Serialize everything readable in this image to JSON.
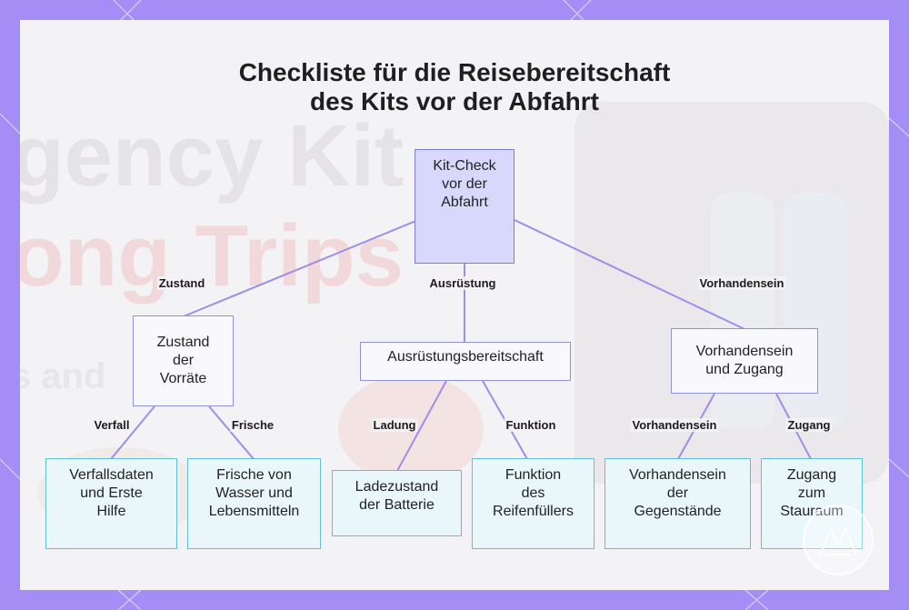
{
  "title": {
    "line1": "Checkliste für die Reisebereitschaft",
    "line2": "des Kits vor der Abfahrt"
  },
  "background_text": {
    "line1": "gency Kit",
    "line2": "ong Trips",
    "line3": "s and"
  },
  "root": {
    "lines": [
      "Kit-Check",
      "vor der",
      "Abfahrt"
    ]
  },
  "branches": [
    {
      "label": "Zustand",
      "node": {
        "lines": [
          "Zustand",
          "der",
          "Vorräte"
        ]
      },
      "children": [
        {
          "label": "Verfall",
          "node": {
            "lines": [
              "Verfallsdaten",
              "und Erste",
              "Hilfe"
            ]
          }
        },
        {
          "label": "Frische",
          "node": {
            "lines": [
              "Frische von",
              "Wasser und",
              "Lebensmitteln"
            ]
          }
        }
      ]
    },
    {
      "label": "Ausrüstung",
      "node": {
        "lines": [
          "Ausrüstungsbereitschaft"
        ]
      },
      "children": [
        {
          "label": "Ladung",
          "node": {
            "lines": [
              "Ladezustand",
              "der Batterie"
            ]
          }
        },
        {
          "label": "Funktion",
          "node": {
            "lines": [
              "Funktion",
              "des",
              "Reifenfüllers"
            ]
          }
        }
      ]
    },
    {
      "label": "Vorhandensein",
      "node": {
        "lines": [
          "Vorhandensein",
          "und Zugang"
        ]
      },
      "children": [
        {
          "label": "Vorhandensein",
          "node": {
            "lines": [
              "Vorhandensein",
              "der",
              "Gegenstände"
            ]
          }
        },
        {
          "label": "Zugang",
          "node": {
            "lines": [
              "Zugang",
              "zum",
              "Stauraum"
            ]
          }
        }
      ]
    }
  ],
  "colors": {
    "frame": "#a48df5",
    "root_fill": "#d7d8fb",
    "mid_border": "#8f93dd",
    "leaf_border": "#5fc0d6",
    "connector": "#a08de8"
  }
}
